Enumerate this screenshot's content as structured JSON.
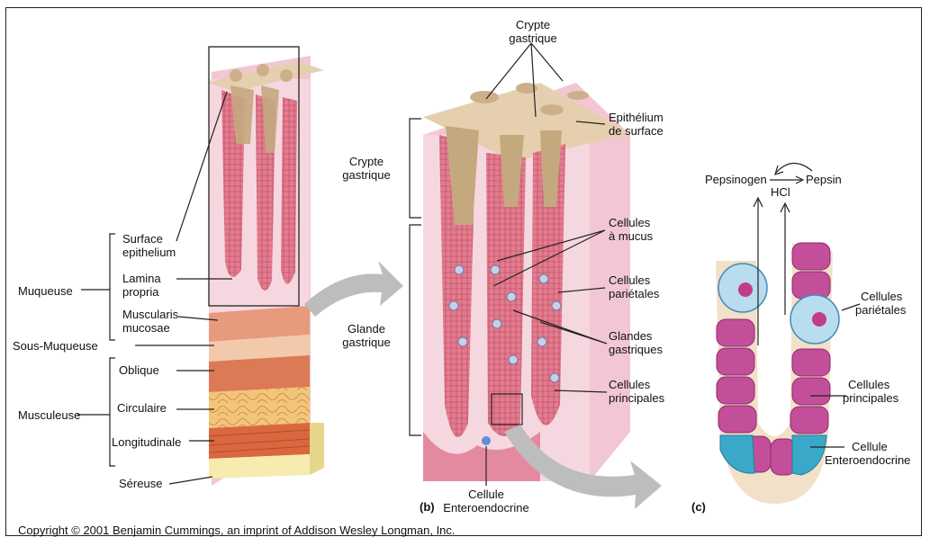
{
  "panel_a": {
    "muqueuse": "Muqueuse",
    "surface_epithelium": [
      "Surface",
      "epithelium"
    ],
    "lamina_propria": [
      "Lamina",
      "propria"
    ],
    "muscularis_mucosae": [
      "Muscularis",
      "mucosae"
    ],
    "sous_muqueuse": "Sous-Muqueuse",
    "musculeuse": "Musculeuse",
    "oblique": "Oblique",
    "circulaire": "Circulaire",
    "longitudinale": "Longitudinale",
    "sereuse": "Séreuse"
  },
  "panel_b": {
    "caption": "(b)",
    "crypte_top": [
      "Crypte",
      "gastrique"
    ],
    "crypte_left": [
      "Crypte",
      "gastrique"
    ],
    "glande_gastrique": [
      "Glande",
      "gastrique"
    ],
    "epithelium_surface": [
      "Epithélium",
      "de surface"
    ],
    "cellules_mucus": [
      "Cellules",
      "à mucus"
    ],
    "cellules_parietales": [
      "Cellules",
      "pariétales"
    ],
    "glandes_gastriques": [
      "Glandes",
      "gastriques"
    ],
    "cellules_principales": [
      "Cellules",
      "principales"
    ],
    "cellule_entero": [
      "Cellule",
      "Enteroendocrine"
    ]
  },
  "panel_c": {
    "caption": "(c)",
    "pepsinogen": "Pepsinogen",
    "pepsin": "Pepsin",
    "hcl": "HCl",
    "cellules_parietales": [
      "Cellules",
      "pariétales"
    ],
    "cellules_principales": [
      "Cellules",
      "principales"
    ],
    "cellule_entero": [
      "Cellule",
      "Enteroendocrine"
    ]
  },
  "copyright": "Copyright © 2001 Benjamin Cummings, an imprint of Addison Wesley Longman, Inc."
}
